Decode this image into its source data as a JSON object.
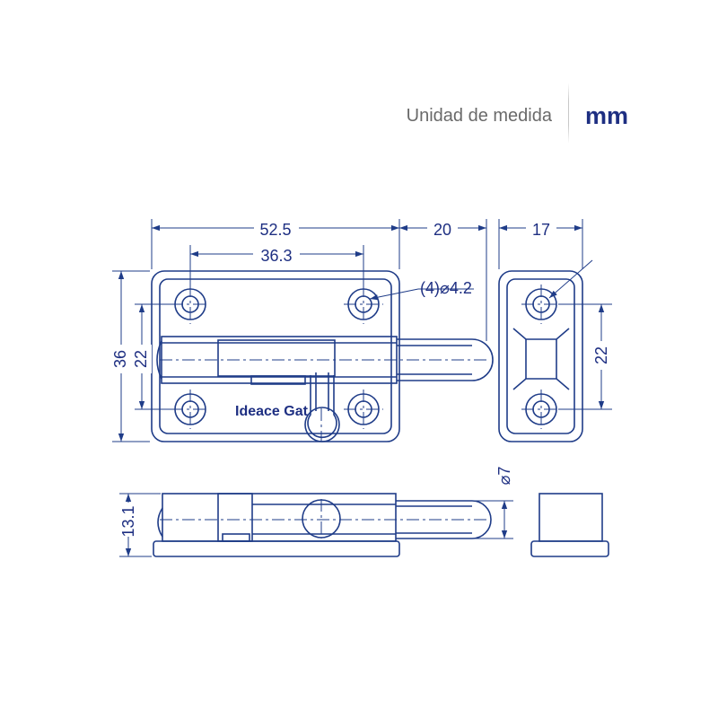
{
  "header": {
    "units_label": "Unidad de medida",
    "units_value": "mm"
  },
  "colors": {
    "line": "#1f3c88",
    "text": "#1e2f82"
  },
  "dimensions": {
    "overall_width": "52.5",
    "hole_spacing_x": "36.3",
    "bolt_extension": "20",
    "keeper_width": "17",
    "overall_height": "36",
    "hole_spacing_y": "22",
    "keeper_hole_spacing": "22",
    "hole_diameter": "(4)⌀4.2",
    "bolt_diameter": "⌀7",
    "thickness": "13.1"
  },
  "body": {
    "brand_text": "Ideace Gat"
  }
}
